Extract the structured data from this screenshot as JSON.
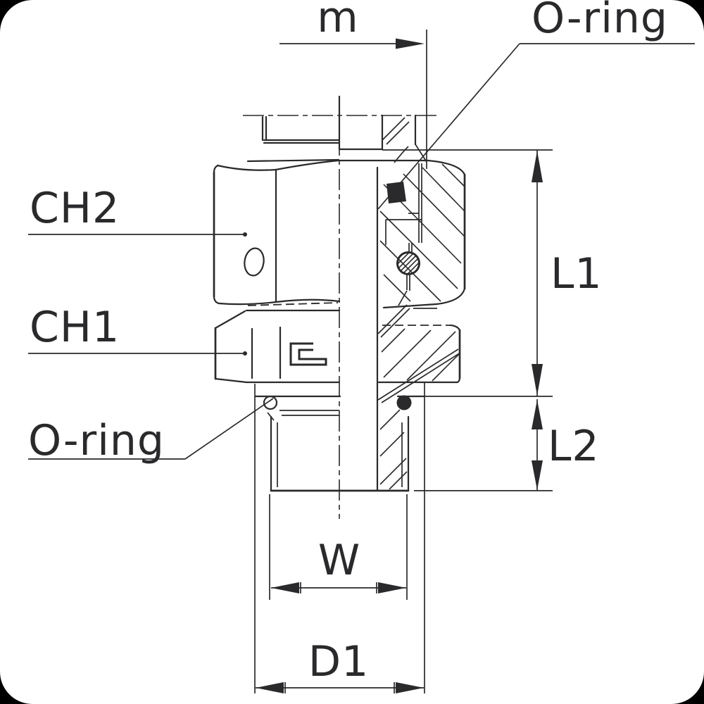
{
  "drawing": {
    "type": "technical-drawing",
    "annotations": {
      "m": "m",
      "o_ring_top": "O-ring",
      "ch2": "CH2",
      "ch1": "CH1",
      "o_ring_bottom": "O-ring",
      "l1": "L1",
      "l2": "L2",
      "w": "W",
      "d1": "D1"
    },
    "dimension_labels": [
      "m",
      "L1",
      "L2",
      "W",
      "D1",
      "CH1",
      "CH2"
    ],
    "callout_labels": [
      "O-ring",
      "O-ring"
    ],
    "colors": {
      "ink": "#2a2a2c",
      "paper": "#ffffff",
      "backdrop": "#000000"
    }
  }
}
